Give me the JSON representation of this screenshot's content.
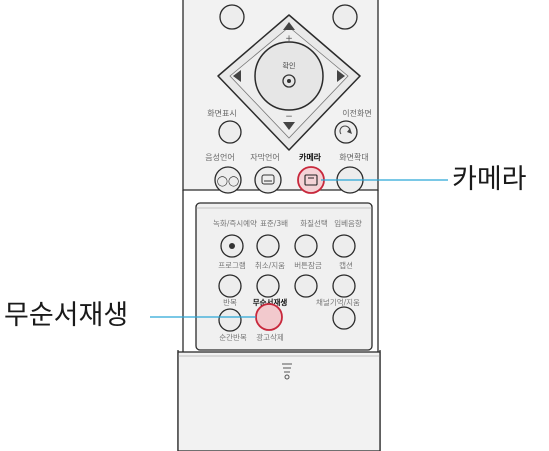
{
  "remote": {
    "dpad": {
      "ok_label": "확인",
      "plus_label": "+",
      "minus_label": "−"
    },
    "labels": {
      "screen_display": "화면표시",
      "prev_screen": "이전화면",
      "audio_language": "음성언어",
      "subtitle_language": "자막언어",
      "camera": "카메라",
      "screen_zoom": "화면확대"
    },
    "lower_panel": {
      "record_reserve": "녹화/즉시예약",
      "standard_3d": "표준/3배",
      "quality_select": "화질선택",
      "temp_record": "임베음향",
      "program": "프로그램",
      "cancel_delete": "취소/지움",
      "version_check": "버튼잠금",
      "caption": "캡션",
      "repeat": "반복",
      "seamless_play": "무순서재생",
      "channel_memory": "채널기억/지움",
      "instant_repeat": "순간반복",
      "ad_skip": "광고삭제"
    }
  },
  "callouts": {
    "camera": "카메라",
    "seamless_play": "무순서재생"
  },
  "colors": {
    "highlight": "#c8283c",
    "callout_line": "#2aa6d6",
    "body": "#f3f3f3",
    "outline": "#2b2b2b"
  }
}
